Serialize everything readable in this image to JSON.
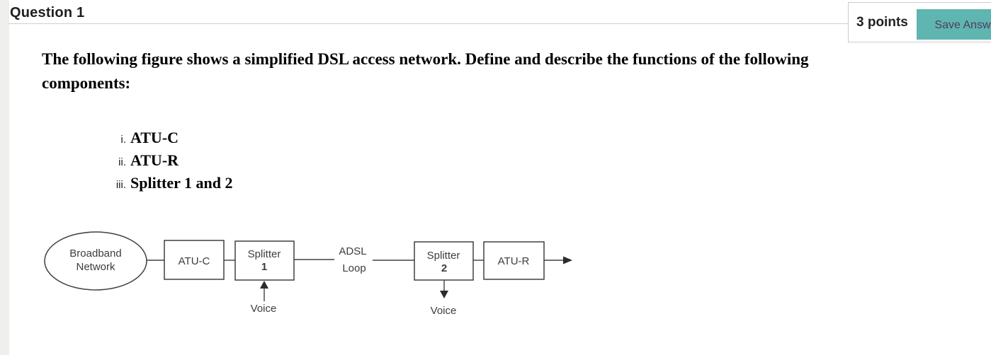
{
  "header": {
    "title": "Question 1",
    "points_label": "3 points",
    "save_button_label": "Save Answ"
  },
  "question": {
    "lines": [
      "The following figure shows a simplified DSL access network. Define and describe the functions of the following",
      "components:"
    ]
  },
  "component_list": {
    "items": [
      {
        "marker": "i.",
        "label": "ATU-C"
      },
      {
        "marker": "ii.",
        "label": "ATU-R"
      },
      {
        "marker": "iii.",
        "label": "Splitter 1 and 2"
      }
    ]
  },
  "diagram": {
    "cloud": {
      "line1": "Broadband",
      "line2": "Network"
    },
    "atu_c": "ATU-C",
    "splitter1": {
      "name": "Splitter",
      "number": "1"
    },
    "adsl_loop": {
      "line1": "ADSL",
      "line2": "Loop"
    },
    "splitter2": {
      "name": "Splitter",
      "number": "2"
    },
    "atu_r": "ATU-R",
    "voice_left": "Voice",
    "voice_right": "Voice"
  },
  "colors": {
    "accent_teal": "#5fb5af",
    "button_text_purple": "#4b3e66",
    "divider_gray": "#cfcfcf",
    "gutter_gray": "#f0efee",
    "diagram_stroke": "#404040"
  }
}
